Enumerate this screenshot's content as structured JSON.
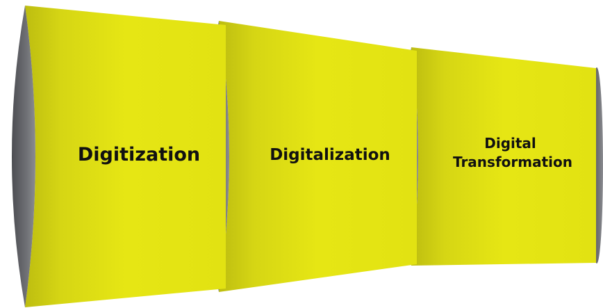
{
  "stages": [
    {
      "label_lines": [
        "Digitization"
      ]
    },
    {
      "label_lines": [
        "Digitalization"
      ]
    },
    {
      "label_lines": [
        "Digital",
        "Transformation"
      ]
    }
  ]
}
